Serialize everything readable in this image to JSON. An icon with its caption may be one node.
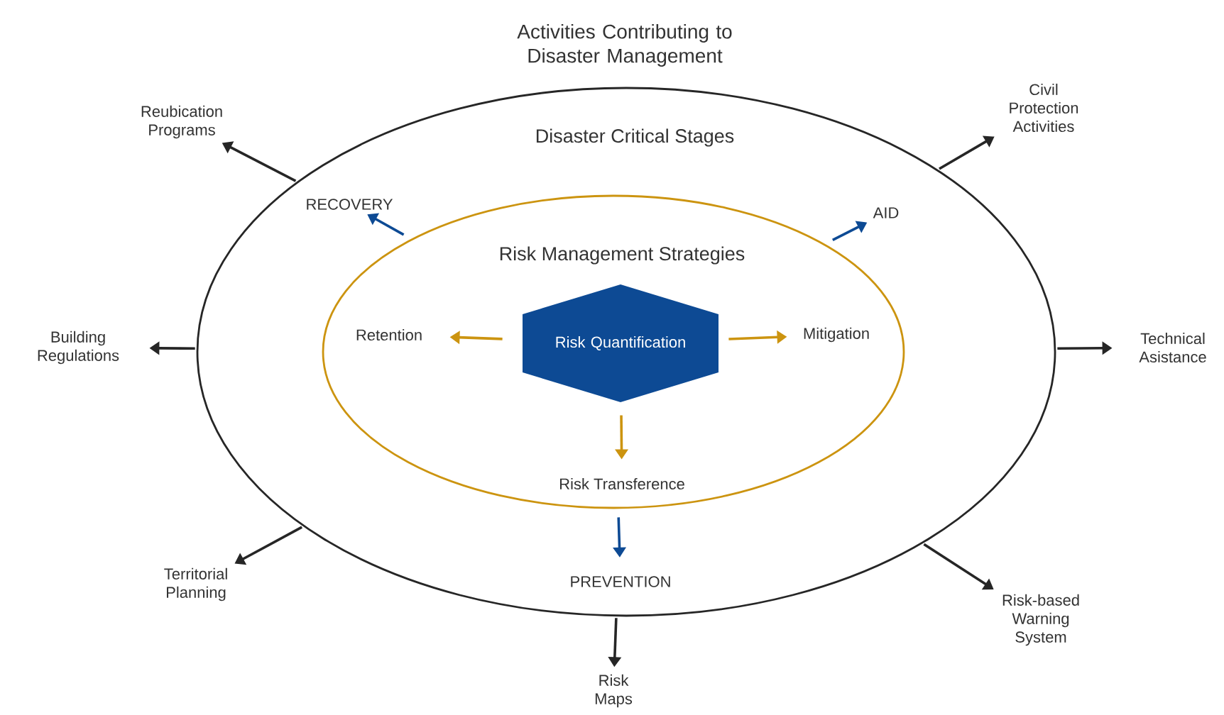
{
  "diagram": {
    "title": "Activities Contributing to Disaster Management",
    "nodes": [
      {
        "text": [
          "Disaster Critical Stages"
        ]
      },
      {
        "text": [
          "Risk Management Strategies"
        ],
        "in": 0
      },
      {
        "text": [
          "Risk Quantification"
        ],
        "in": 1
      },
      {
        "text": [
          "Retention"
        ],
        "in": 1
      },
      {
        "text": [
          "Mitigation"
        ],
        "in": 1
      },
      {
        "text": [
          "Risk Transference"
        ],
        "in": 1
      },
      {
        "text": [
          "RECOVERY"
        ],
        "in": 0
      },
      {
        "text": [
          "AID"
        ],
        "in": 0
      },
      {
        "text": [
          "PREVENTION"
        ],
        "in": 0
      },
      {
        "text": [
          "Reubication Programs"
        ]
      },
      {
        "text": [
          "Civil Protection Activities"
        ]
      },
      {
        "text": [
          "Building Regulations"
        ]
      },
      {
        "text": [
          "Technical Asistance"
        ]
      },
      {
        "text": [
          "Territorial Planning"
        ]
      },
      {
        "text": [
          "Risk-based Warning System"
        ]
      },
      {
        "text": [
          "Risk Maps"
        ]
      }
    ],
    "edges": [
      {
        "from": 2,
        "to": 3,
        "arrow": "to",
        "color": "#cc9410"
      },
      {
        "from": 2,
        "to": 4,
        "arrow": "to",
        "color": "#cc9410"
      },
      {
        "from": 2,
        "to": 5,
        "arrow": "to",
        "color": "#cc9410"
      },
      {
        "from": 1,
        "to": 6,
        "arrow": "to",
        "color": "#0d4a94"
      },
      {
        "from": 1,
        "to": 7,
        "arrow": "to",
        "color": "#0d4a94"
      },
      {
        "from": 1,
        "to": 8,
        "arrow": "to",
        "color": "#0d4a94"
      },
      {
        "from": 0,
        "to": 9,
        "arrow": "to"
      },
      {
        "from": 0,
        "to": 10,
        "arrow": "to"
      },
      {
        "from": 0,
        "to": 11,
        "arrow": "to"
      },
      {
        "from": 0,
        "to": 12,
        "arrow": "to"
      },
      {
        "from": 0,
        "to": 13,
        "arrow": "to"
      },
      {
        "from": 0,
        "to": 14,
        "arrow": "to"
      },
      {
        "from": 0,
        "to": 15,
        "arrow": "to"
      }
    ]
  }
}
